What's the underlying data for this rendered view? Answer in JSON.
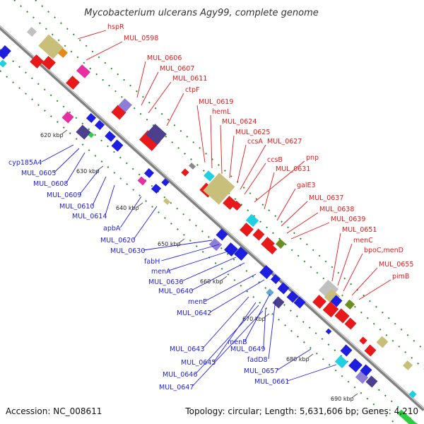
{
  "title": "Mycobacterium ulcerans Agy99, complete genome",
  "footer": {
    "accession": "Accession: NC_008611",
    "summary": "Topology: circular; Length: 5,631,606 bp; Genes: 4,210"
  },
  "colors": {
    "forward_gene": "#e8191a",
    "reverse_gene": "#1e1ee0",
    "label_forward": "#e8191a",
    "label_reverse": "#1e1ee0",
    "backbone": "#808080",
    "track_guides": "#2e8b2e"
  },
  "position_ticks": [
    "620 kbp",
    "630 kbp",
    "640 kbp",
    "650 kbp",
    "660 kbp",
    "670 kbp",
    "680 kbp",
    "690 kbp"
  ],
  "forward_gene_labels": [
    "hspR",
    "MUL_0598",
    "MUL_0606",
    "MUL_0607",
    "MUL_0611",
    "ctpF",
    "MUL_0619",
    "hemL",
    "MUL_0624",
    "MUL_0625",
    "ccsA",
    "MUL_0627",
    "ccsB",
    "pnp",
    "MUL_0631",
    "galE3",
    "MUL_0637",
    "MUL_0638",
    "MUL_0639",
    "MUL_0651",
    "menC",
    "bpoC,menD",
    "MUL_0655",
    "pimB"
  ],
  "reverse_gene_labels": [
    "cyp185A4",
    "MUL_0605",
    "MUL_0608",
    "MUL_0609",
    "MUL_0610",
    "MUL_0614",
    "apbA",
    "MUL_0620",
    "MUL_0630",
    "fabH",
    "menA",
    "MUL_0636",
    "MUL_0640",
    "menE",
    "MUL_0642",
    "menB",
    "fadD8",
    "MUL_0643",
    "MUL_0645",
    "MUL_0649",
    "MUL_0646",
    "MUL_0657",
    "MUL_0647",
    "MUL_0661"
  ]
}
